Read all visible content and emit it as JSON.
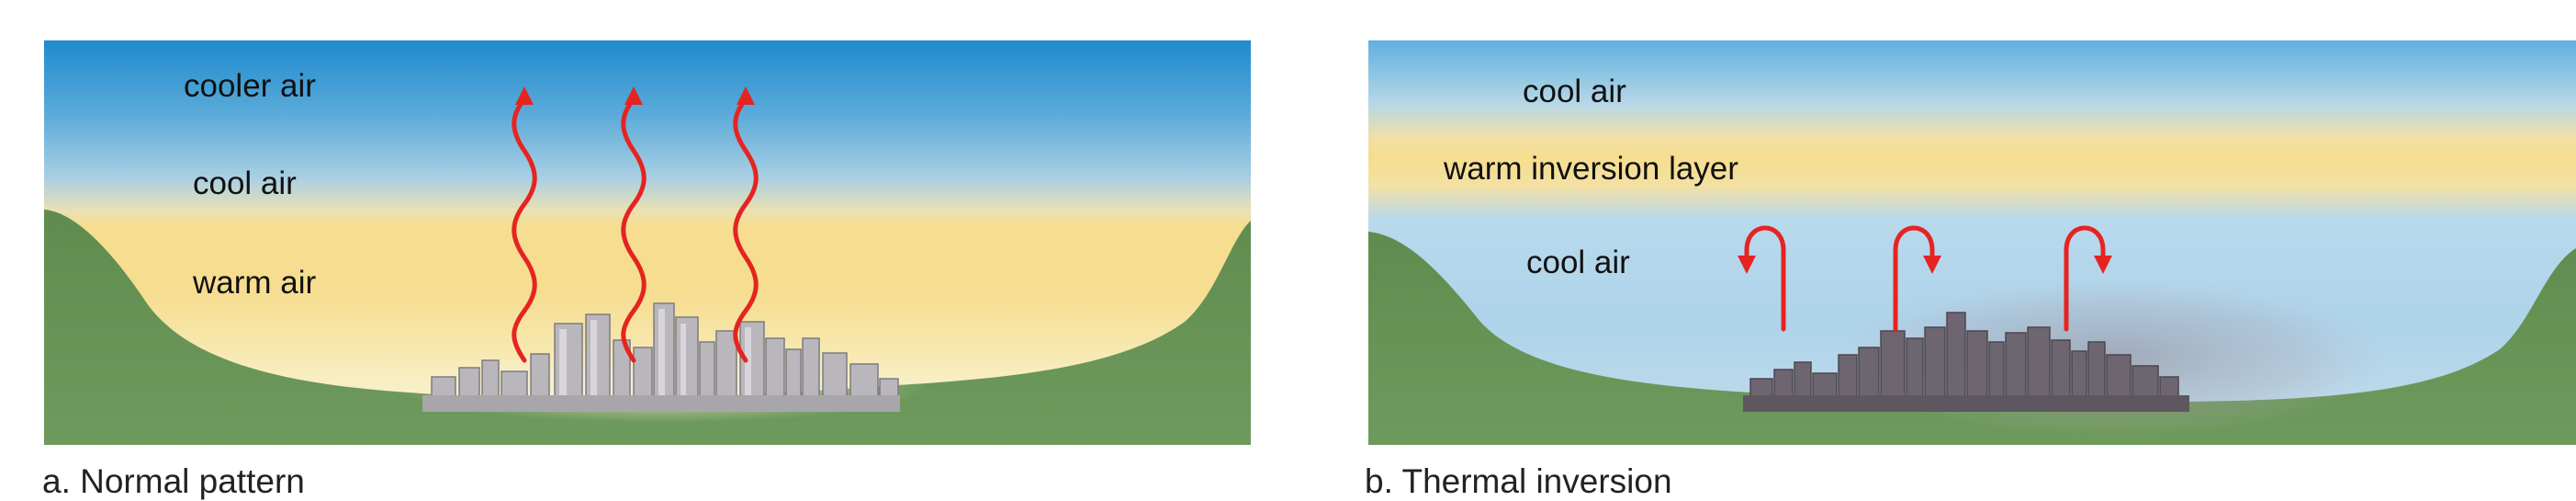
{
  "panels": [
    {
      "caption": "a. Normal pattern",
      "labels": {
        "top": "cooler air",
        "middle": "cool air",
        "bottom": "warm air"
      },
      "arrow_count": 3,
      "arrow_pattern": "rising",
      "colors": {
        "sky_top": "#1e8bcf",
        "warm": "#f6dd8f",
        "hills": "#5b8a4a",
        "arrow": "#e52421"
      }
    },
    {
      "caption": "b. Thermal inversion",
      "labels": {
        "top": "cool air",
        "middle": "warm inversion layer",
        "bottom": "cool air"
      },
      "arrow_count": 3,
      "arrow_pattern": "trapped",
      "colors": {
        "sky_top": "#5fb0e0",
        "warm": "#f6dd8f",
        "hills": "#5b8a4a",
        "arrow": "#e52421",
        "smog": "#7a6f78"
      }
    }
  ]
}
